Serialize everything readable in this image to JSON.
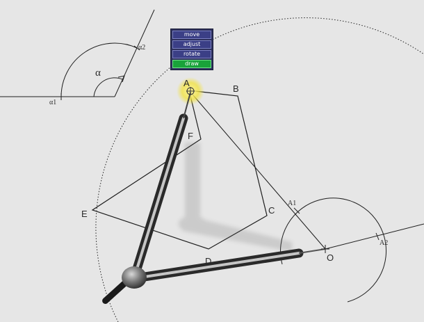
{
  "angle": {
    "symbol": "α",
    "point1_label": "α1",
    "point2_label": "α2"
  },
  "points": {
    "A": "A",
    "B": "B",
    "C": "C",
    "D": "D",
    "E": "E",
    "F": "F",
    "O": "O",
    "A1": "A1",
    "A2": "A2"
  },
  "menu": {
    "items": [
      {
        "label": "move",
        "active": false
      },
      {
        "label": "adjust",
        "active": false
      },
      {
        "label": "rotate",
        "active": false
      },
      {
        "label": "draw",
        "active": true
      }
    ]
  },
  "colors": {
    "background": "#e6e6e6",
    "line": "#1e1e1e",
    "highlight": "#f2e23a",
    "menu_bg": "#2c2f5a",
    "menu_button": "#3b3f86",
    "menu_active": "#19a33a"
  }
}
